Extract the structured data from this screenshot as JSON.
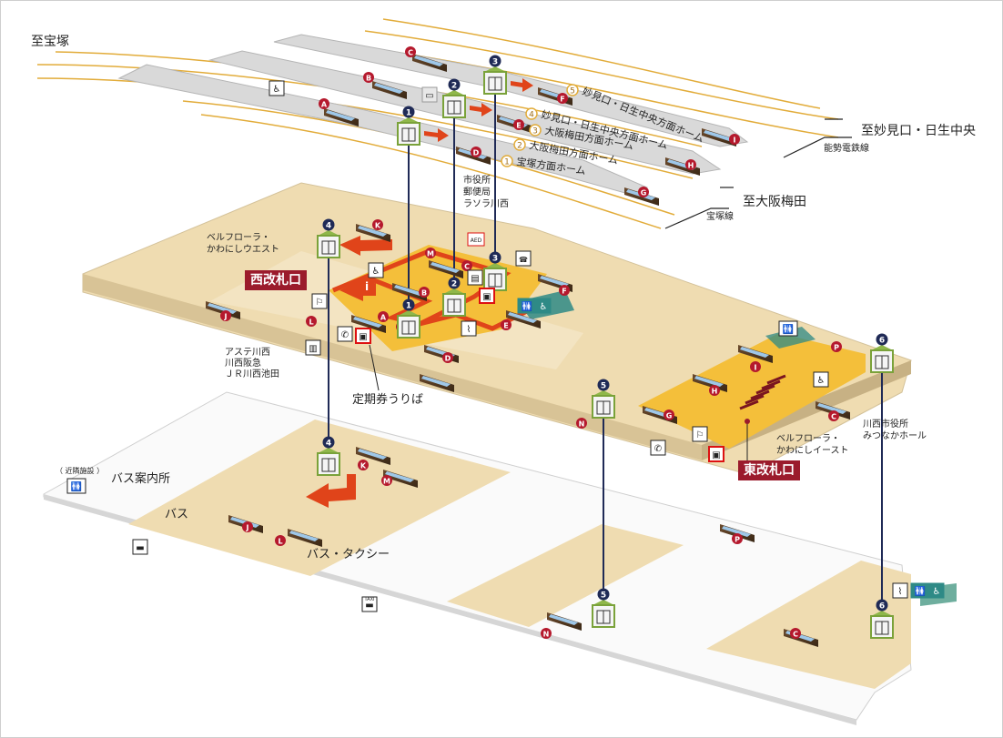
{
  "directions": {
    "takarazuka": "至宝塚",
    "myoken": "至妙見口・日生中央",
    "osaka_umeda": "至大阪梅田",
    "nose_line": "能勢電鉄線",
    "takarazuka_line": "宝塚線"
  },
  "platforms": {
    "p1": "宝塚方面ホーム",
    "p2": "大阪梅田方面ホーム",
    "p3": "大阪梅田方面ホーム",
    "p4": "妙見口・日生中央方面ホーム",
    "p5": "妙見口・日生中央方面ホーム"
  },
  "labels": {
    "west_gate": "西改札口",
    "east_gate": "東改札口",
    "teikiken": "定期券うりば",
    "bellflora_west": [
      "ベルフローラ・",
      "かわにしウエスト"
    ],
    "bellflora_east": [
      "ベルフローラ・",
      "かわにしイースト"
    ],
    "city_office": [
      "市役所",
      "郵便局",
      "ラソラ川西"
    ],
    "aste": [
      "アステ川西",
      "川西阪急",
      "ＪＲ川西池田"
    ],
    "city_hall": [
      "川西市役所",
      "みつなかホール"
    ],
    "bus_info": "バス案内所",
    "bus": "バス",
    "bus_taxi": "バス・タクシー",
    "nearby_facility": "（ 近隣施設 ）",
    "aed": "AED",
    "taxi": "TAXI"
  },
  "elevators": [
    "1",
    "2",
    "3",
    "4",
    "5",
    "6"
  ],
  "escalators": [
    "A",
    "B",
    "C",
    "D",
    "E",
    "F",
    "G",
    "H",
    "I",
    "J",
    "K",
    "L",
    "M",
    "N",
    "P"
  ],
  "colors": {
    "platform": "#d9d9d9",
    "concourse_base": "#efdcb1",
    "gate_area": "#f4bf3a",
    "escalator_red": "#b5192d",
    "elevator_navy": "#1f2a56",
    "elevator_green": "#7aa23a",
    "arrow": "#e0441a",
    "gate_label_bg": "#9b1b2c",
    "rail": "#e2ac3a",
    "toilet_teal": "#2e8a86"
  }
}
